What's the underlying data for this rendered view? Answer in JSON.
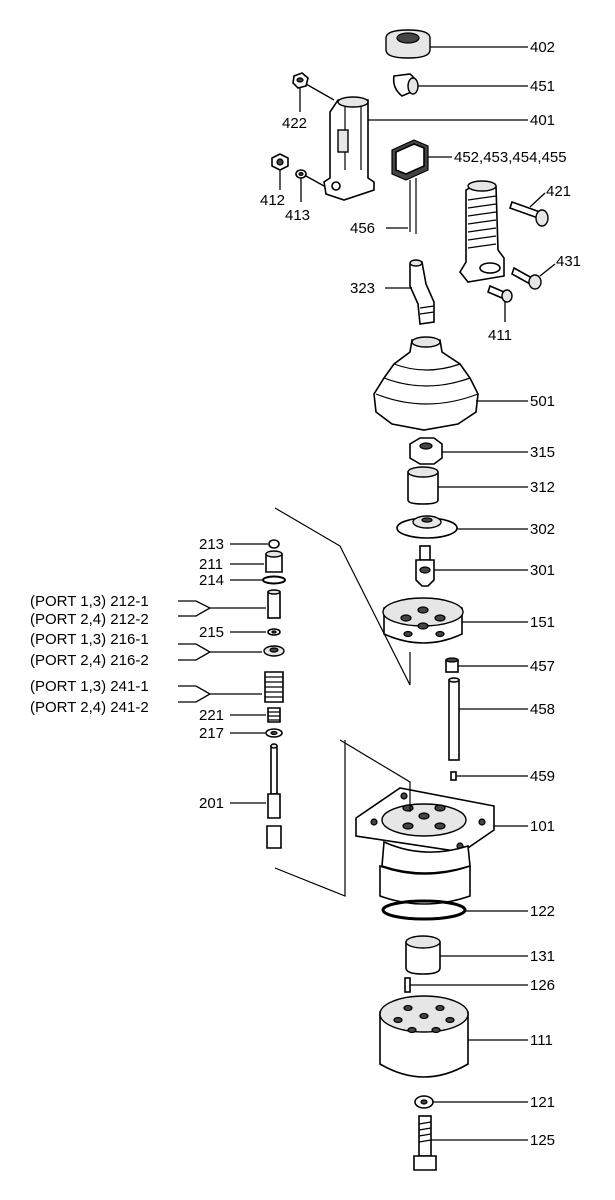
{
  "callouts": {
    "c402": "402",
    "c451": "451",
    "c401": "401",
    "c422": "422",
    "c452": "452,453,454,455",
    "c412": "412",
    "c413": "413",
    "c421": "421",
    "c456": "456",
    "c431": "431",
    "c323": "323",
    "c411": "411",
    "c501": "501",
    "c315": "315",
    "c312": "312",
    "c302": "302",
    "c213": "213",
    "c211": "211",
    "c214": "214",
    "c301": "301",
    "c212_1": "(PORT 1,3) 212-1",
    "c212_2": "(PORT 2,4) 212-2",
    "c215": "215",
    "c151": "151",
    "c216_1": "(PORT 1,3) 216-1",
    "c216_2": "(PORT 2,4) 216-2",
    "c457": "457",
    "c241_1": "(PORT 1,3) 241-1",
    "c241_2": "(PORT 2,4) 241-2",
    "c458": "458",
    "c221": "221",
    "c217": "217",
    "c459": "459",
    "c201": "201",
    "c101": "101",
    "c122": "122",
    "c131": "131",
    "c126": "126",
    "c111": "111",
    "c121": "121",
    "c125": "125"
  }
}
